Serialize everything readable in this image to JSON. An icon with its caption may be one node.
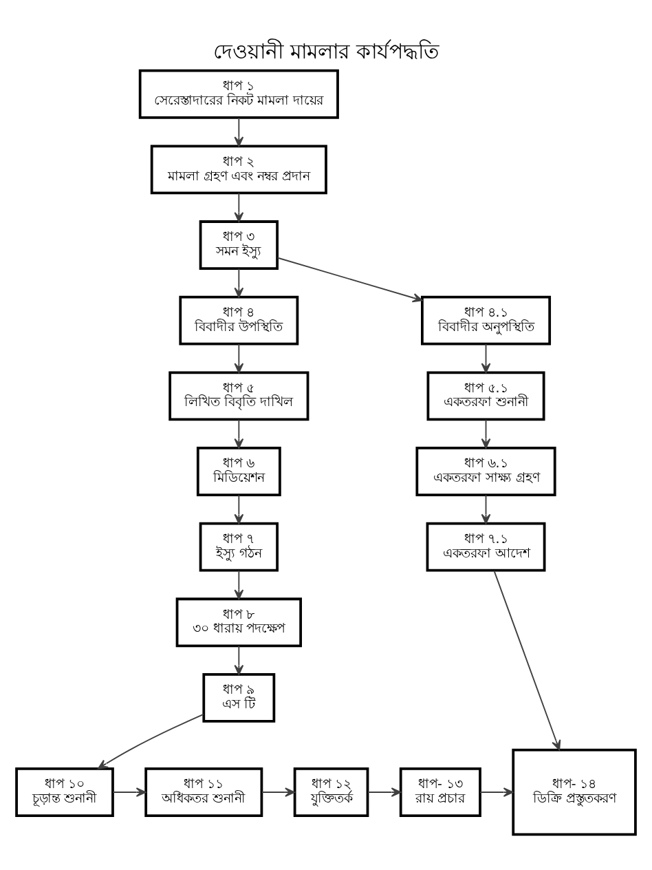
{
  "diagram": {
    "title": "দেওয়ানী মামলার কার্যপদ্ধতি",
    "nodes": [
      {
        "text": [
          "ধাপ ১",
          "সেরেস্তাদারের নিকট মামলা দায়ের"
        ]
      },
      {
        "text": [
          "ধাপ ২",
          "মামলা গ্রহণ এবং নম্বর প্রদান"
        ]
      },
      {
        "text": [
          "ধাপ ৩",
          "সমন ইস্যু"
        ]
      },
      {
        "text": [
          "ধাপ ৪",
          "বিবাদীর উপস্থিতি"
        ]
      },
      {
        "text": [
          "ধাপ ৪.১",
          "বিবাদীর অনুপস্থিতি"
        ]
      },
      {
        "text": [
          "ধাপ ৫",
          "লিখিত বিবৃতি দাখিল"
        ]
      },
      {
        "text": [
          "ধাপ ৫.১",
          "একতরফা শুনানী"
        ]
      },
      {
        "text": [
          "ধাপ ৬",
          "মিডিয়েশন"
        ]
      },
      {
        "text": [
          "ধাপ ৬.১",
          "একতরফা সাক্ষ্য গ্রহণ"
        ]
      },
      {
        "text": [
          "ধাপ ৭",
          "ইস্যু গঠন"
        ]
      },
      {
        "text": [
          "ধাপ ৭.১",
          "একতরফা আদেশ"
        ]
      },
      {
        "text": [
          "ধাপ ৮",
          "৩০ ধারায় পদক্ষেপ"
        ]
      },
      {
        "text": [
          "ধাপ ৯",
          "এস টি"
        ]
      },
      {
        "text": [
          "ধাপ ১০",
          "চূড়ান্ত শুনানী"
        ]
      },
      {
        "text": [
          "ধাপ ১১",
          "অধিকতর শুনানী"
        ]
      },
      {
        "text": [
          "ধাপ ১২",
          "যুক্তিতর্ক"
        ]
      },
      {
        "text": [
          "ধাপ- ১৩",
          "রায় প্রচার"
        ]
      },
      {
        "text": [
          "ধাপ- ১৪",
          "ডিক্রি প্রস্তুতকরণ"
        ]
      }
    ],
    "edges": [
      {
        "from": 0,
        "to": 1,
        "arrow": "to"
      },
      {
        "from": 1,
        "to": 2,
        "arrow": "to"
      },
      {
        "from": 2,
        "to": 3,
        "arrow": "to"
      },
      {
        "from": 2,
        "to": 4,
        "arrow": "to"
      },
      {
        "from": 3,
        "to": 5,
        "arrow": "to"
      },
      {
        "from": 5,
        "to": 7,
        "arrow": "to"
      },
      {
        "from": 7,
        "to": 9,
        "arrow": "to"
      },
      {
        "from": 9,
        "to": 11,
        "arrow": "to"
      },
      {
        "from": 11,
        "to": 12,
        "arrow": "to"
      },
      {
        "from": 12,
        "to": 13,
        "arrow": "to"
      },
      {
        "from": 13,
        "to": 14,
        "arrow": "to"
      },
      {
        "from": 14,
        "to": 15,
        "arrow": "to"
      },
      {
        "from": 15,
        "to": 16,
        "arrow": "to"
      },
      {
        "from": 16,
        "to": 17,
        "arrow": "to"
      },
      {
        "from": 4,
        "to": 6,
        "arrow": "to"
      },
      {
        "from": 6,
        "to": 8,
        "arrow": "to"
      },
      {
        "from": 8,
        "to": 10,
        "arrow": "to"
      },
      {
        "from": 10,
        "to": 17,
        "arrow": "to"
      }
    ]
  }
}
